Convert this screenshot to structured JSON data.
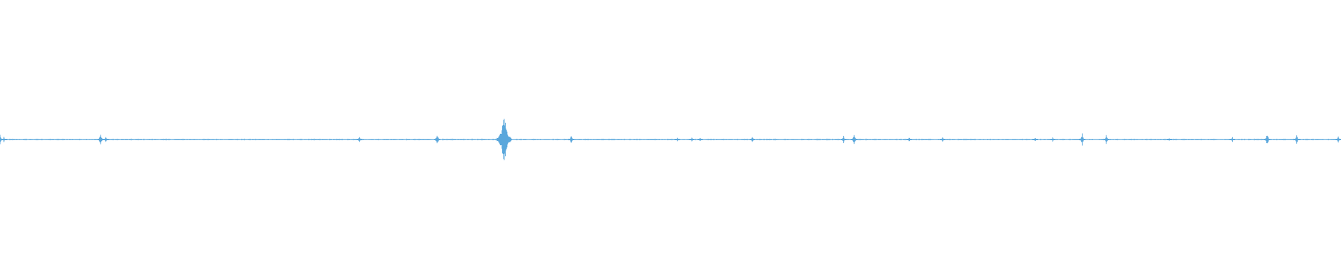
{
  "waveform": {
    "color": "#5aa7dc",
    "background": "#ffffff",
    "baseline_amplitude": 0.03,
    "peaks": [
      {
        "position": 0.0,
        "amplitude": 0.18
      },
      {
        "position": 0.003,
        "amplitude": 0.12
      },
      {
        "position": 0.075,
        "amplitude": 0.22
      },
      {
        "position": 0.079,
        "amplitude": 0.12
      },
      {
        "position": 0.268,
        "amplitude": 0.12
      },
      {
        "position": 0.326,
        "amplitude": 0.22
      },
      {
        "position": 0.376,
        "amplitude": 1.0
      },
      {
        "position": 0.426,
        "amplitude": 0.2
      },
      {
        "position": 0.505,
        "amplitude": 0.08
      },
      {
        "position": 0.516,
        "amplitude": 0.1
      },
      {
        "position": 0.522,
        "amplitude": 0.08
      },
      {
        "position": 0.561,
        "amplitude": 0.14
      },
      {
        "position": 0.629,
        "amplitude": 0.14
      },
      {
        "position": 0.637,
        "amplitude": 0.22
      },
      {
        "position": 0.678,
        "amplitude": 0.1
      },
      {
        "position": 0.703,
        "amplitude": 0.08
      },
      {
        "position": 0.772,
        "amplitude": 0.08
      },
      {
        "position": 0.785,
        "amplitude": 0.08
      },
      {
        "position": 0.807,
        "amplitude": 0.24
      },
      {
        "position": 0.825,
        "amplitude": 0.16
      },
      {
        "position": 0.872,
        "amplitude": 0.06
      },
      {
        "position": 0.919,
        "amplitude": 0.1
      },
      {
        "position": 0.945,
        "amplitude": 0.24
      },
      {
        "position": 0.967,
        "amplitude": 0.16
      },
      {
        "position": 0.998,
        "amplitude": 0.14
      }
    ]
  }
}
